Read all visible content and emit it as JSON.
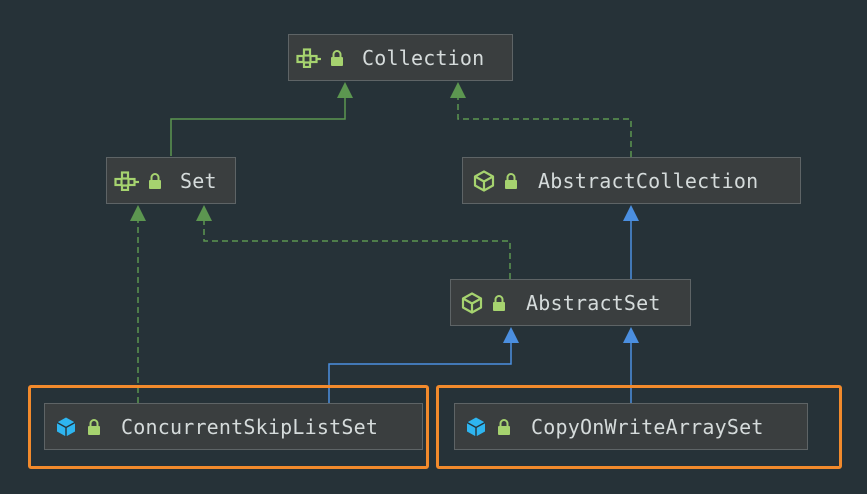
{
  "colors": {
    "background": "#263238",
    "node_fill": "#3a3e3f",
    "node_border": "#5e6466",
    "label": "#d5dbdb",
    "interface_icon": "#a6d36f",
    "lock_icon": "#a6d36f",
    "class_icon": "#a6d36f",
    "final_class_icon": "#2eb5f0",
    "interface_edge": "#5c9650",
    "class_edge": "#4b8fe0",
    "highlight": "#f28a2c"
  },
  "nodes": {
    "collection": {
      "label": "Collection",
      "kind": "interface-icon"
    },
    "set": {
      "label": "Set",
      "kind": "interface-icon"
    },
    "abstract_collection": {
      "label": "AbstractCollection",
      "kind": "abstract-class-icon"
    },
    "abstract_set": {
      "label": "AbstractSet",
      "kind": "abstract-class-icon"
    },
    "concurrent_skip_list_set": {
      "label": "ConcurrentSkipListSet",
      "kind": "class-icon"
    },
    "copy_on_write_array_set": {
      "label": "CopyOnWriteArraySet",
      "kind": "class-icon"
    }
  },
  "edges": [
    {
      "from": "set",
      "to": "collection",
      "type": "extends-interface"
    },
    {
      "from": "abstract_collection",
      "to": "collection",
      "type": "implements"
    },
    {
      "from": "abstract_set",
      "to": "abstract_collection",
      "type": "extends-class"
    },
    {
      "from": "abstract_set",
      "to": "set",
      "type": "implements"
    },
    {
      "from": "concurrent_skip_list_set",
      "to": "set",
      "type": "implements"
    },
    {
      "from": "concurrent_skip_list_set",
      "to": "abstract_set",
      "type": "extends-class"
    },
    {
      "from": "copy_on_write_array_set",
      "to": "abstract_set",
      "type": "extends-class"
    }
  ],
  "highlighted": [
    "concurrent_skip_list_set",
    "copy_on_write_array_set"
  ]
}
